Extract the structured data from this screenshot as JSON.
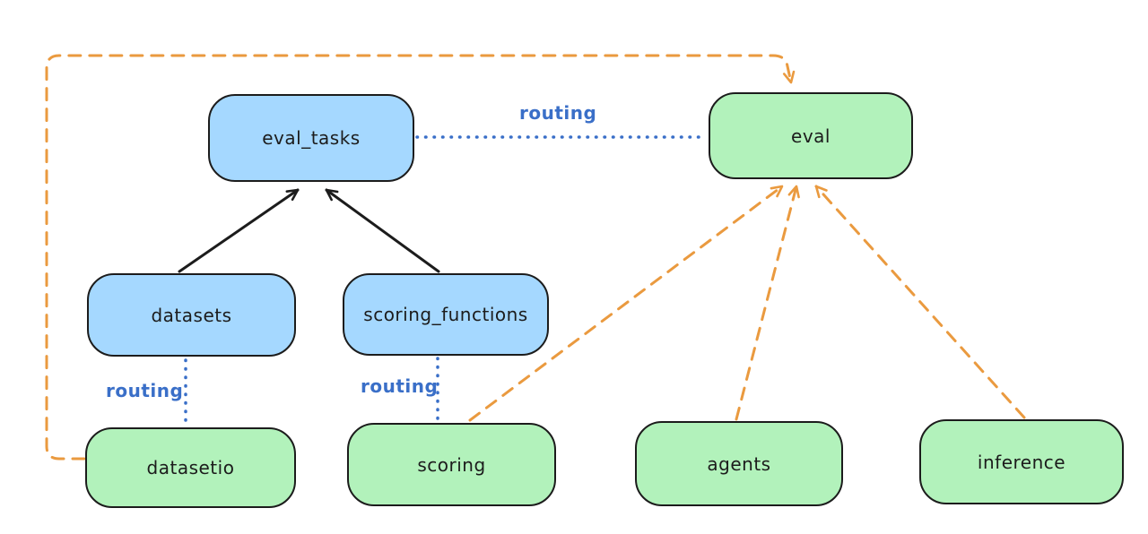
{
  "diagram": {
    "type": "flow-diagram",
    "background": "#ffffff",
    "colors": {
      "blue_node_fill": "#a5d8ff",
      "green_node_fill": "#b2f2bb",
      "node_stroke": "#1c1c1c",
      "routing_label_blue": "#3a6fc8",
      "orange_edge": "#ea9a3f",
      "black_edge": "#1c1c1c"
    }
  },
  "nodes": {
    "eval_tasks": {
      "label": "eval_tasks",
      "color": "blue"
    },
    "eval": {
      "label": "eval",
      "color": "green"
    },
    "datasets": {
      "label": "datasets",
      "color": "blue"
    },
    "scoring_functions": {
      "label": "scoring_functions",
      "color": "blue"
    },
    "datasetio": {
      "label": "datasetio",
      "color": "green"
    },
    "scoring": {
      "label": "scoring",
      "color": "green"
    },
    "agents": {
      "label": "agents",
      "color": "green"
    },
    "inference": {
      "label": "inference",
      "color": "green"
    }
  },
  "edge_labels": {
    "eval_tasks_eval": "routing",
    "datasets_datasetio": "routing",
    "scoring_functions_scoring": "routing"
  },
  "edges": [
    {
      "from": "datasets",
      "to": "eval_tasks",
      "style": "solid",
      "color": "black",
      "arrow": true
    },
    {
      "from": "scoring_functions",
      "to": "eval_tasks",
      "style": "solid",
      "color": "black",
      "arrow": true
    },
    {
      "from": "eval_tasks",
      "to": "eval",
      "style": "dotted",
      "color": "blue",
      "label": "routing",
      "arrow": false
    },
    {
      "from": "datasets",
      "to": "datasetio",
      "style": "dotted",
      "color": "blue",
      "label": "routing",
      "arrow": false
    },
    {
      "from": "scoring_functions",
      "to": "scoring",
      "style": "dotted",
      "color": "blue",
      "label": "routing",
      "arrow": false
    },
    {
      "from": "datasetio",
      "to": "eval",
      "style": "dashed",
      "color": "orange",
      "arrow": true,
      "route": "left-edge-then-top"
    },
    {
      "from": "scoring",
      "to": "eval",
      "style": "dashed",
      "color": "orange",
      "arrow": true
    },
    {
      "from": "agents",
      "to": "eval",
      "style": "dashed",
      "color": "orange",
      "arrow": true
    },
    {
      "from": "inference",
      "to": "eval",
      "style": "dashed",
      "color": "orange",
      "arrow": true
    }
  ]
}
